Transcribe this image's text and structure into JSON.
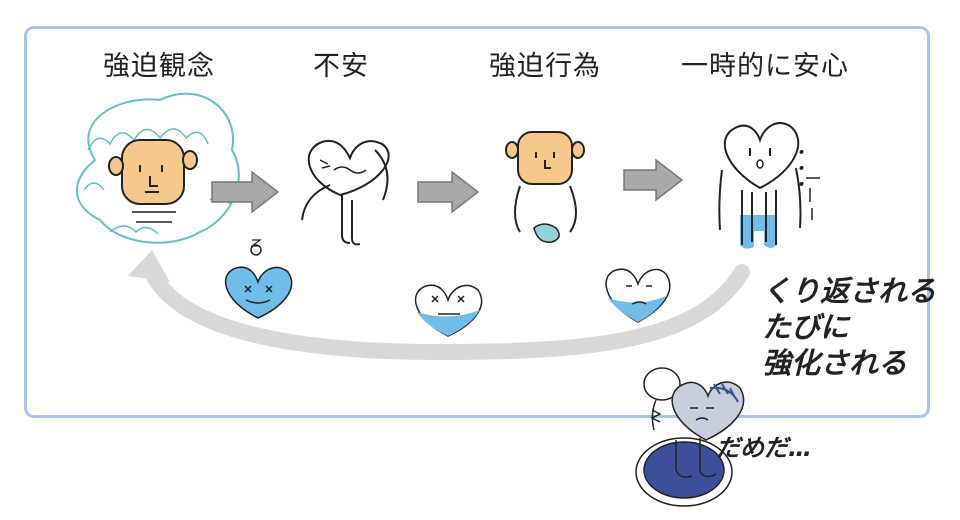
{
  "stages": [
    {
      "label": "強迫観念"
    },
    {
      "label": "不安"
    },
    {
      "label": "強迫行為"
    },
    {
      "label": "一時的に安心"
    }
  ],
  "loop_note": {
    "line1": "くり返される",
    "line2": "たびに",
    "line3": "強化される"
  },
  "bottom_mutter": "だめだ…",
  "dots_note": "・・・",
  "colors": {
    "frame": "#a9c4e4",
    "skin": "#f6c98a",
    "blue": "#6fbde8",
    "swirl": "#63bfc0",
    "arrow": "#a9a9a9",
    "loop": "#d8d8d8",
    "pit": "#3d4f9a"
  }
}
